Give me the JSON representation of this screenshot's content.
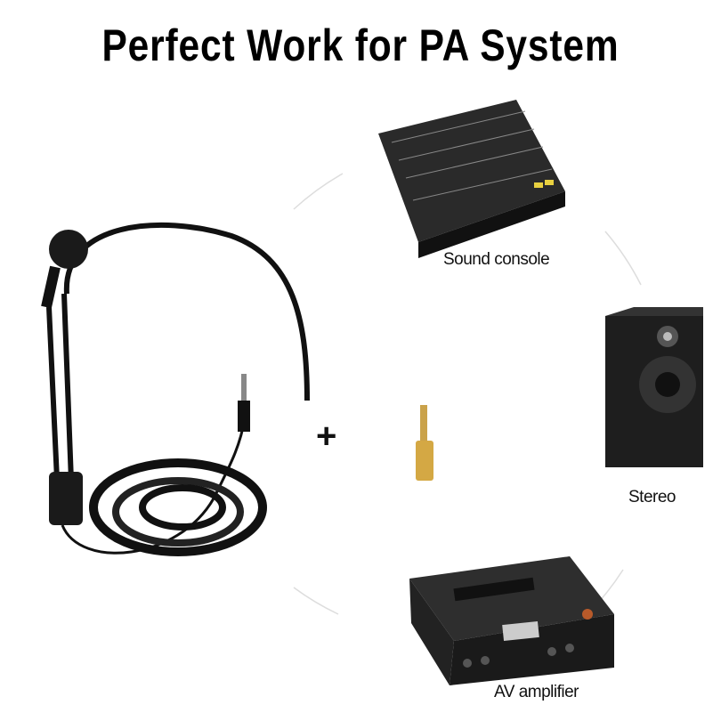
{
  "title": "Perfect Work for PA System",
  "plus_sign": "+",
  "devices": [
    {
      "label": "Sound console"
    },
    {
      "label": "Stereo"
    },
    {
      "label": "AV amplifier"
    }
  ]
}
